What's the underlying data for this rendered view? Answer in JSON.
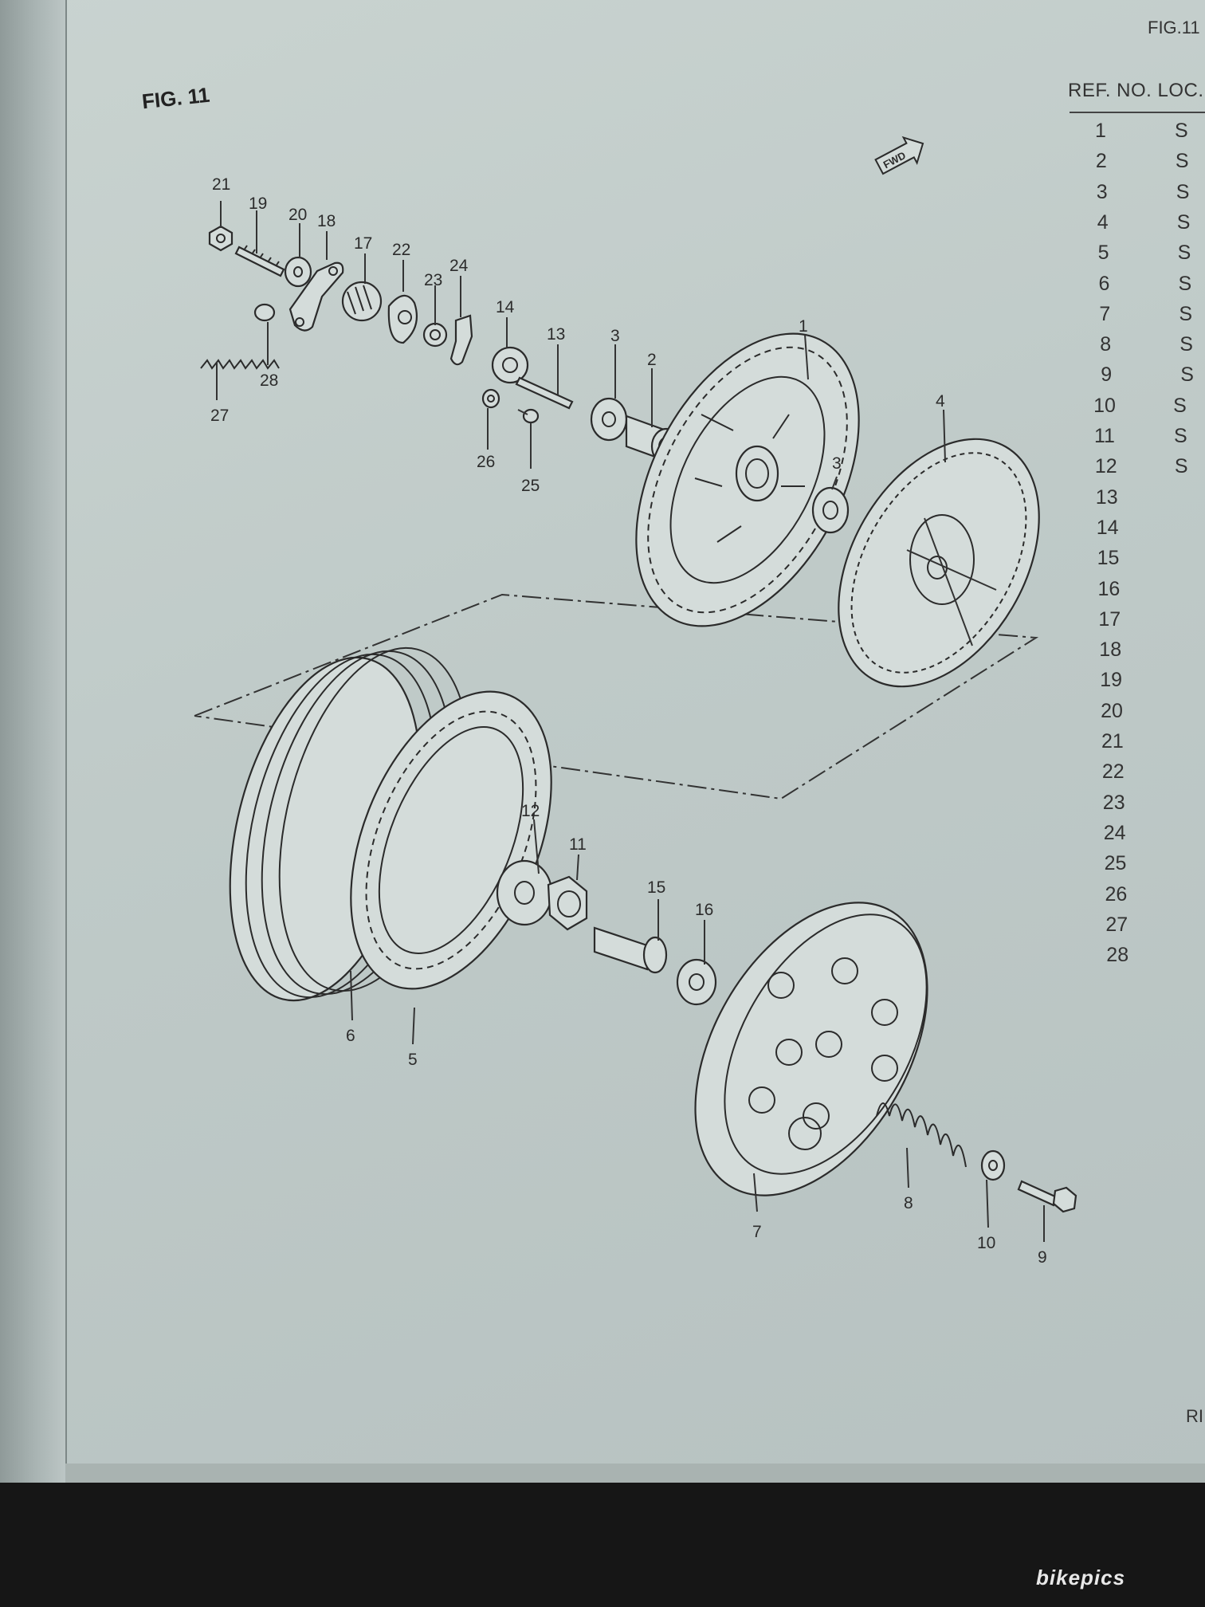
{
  "figure": {
    "title": "FIG. 11",
    "corner_title": "FIG.11",
    "fwd_label": "FWD"
  },
  "ref_table": {
    "header": "REF. NO. LOC.",
    "rows": [
      {
        "ref": "1",
        "loc": "S"
      },
      {
        "ref": "2",
        "loc": "S"
      },
      {
        "ref": "3",
        "loc": "S"
      },
      {
        "ref": "4",
        "loc": "S"
      },
      {
        "ref": "5",
        "loc": "S"
      },
      {
        "ref": "6",
        "loc": "S"
      },
      {
        "ref": "7",
        "loc": "S"
      },
      {
        "ref": "8",
        "loc": "S"
      },
      {
        "ref": "9",
        "loc": "S"
      },
      {
        "ref": "10",
        "loc": "S"
      },
      {
        "ref": "11",
        "loc": "S"
      },
      {
        "ref": "12",
        "loc": "S"
      },
      {
        "ref": "13",
        "loc": ""
      },
      {
        "ref": "14",
        "loc": ""
      },
      {
        "ref": "15",
        "loc": ""
      },
      {
        "ref": "16",
        "loc": ""
      },
      {
        "ref": "17",
        "loc": ""
      },
      {
        "ref": "18",
        "loc": ""
      },
      {
        "ref": "19",
        "loc": ""
      },
      {
        "ref": "20",
        "loc": ""
      },
      {
        "ref": "21",
        "loc": ""
      },
      {
        "ref": "22",
        "loc": ""
      },
      {
        "ref": "23",
        "loc": ""
      },
      {
        "ref": "24",
        "loc": ""
      },
      {
        "ref": "25",
        "loc": ""
      },
      {
        "ref": "26",
        "loc": ""
      },
      {
        "ref": "27",
        "loc": ""
      },
      {
        "ref": "28",
        "loc": ""
      }
    ]
  },
  "callouts": {
    "c1": "1",
    "c2": "2",
    "c3a": "3",
    "c3b": "3",
    "c4": "4",
    "c5": "5",
    "c6": "6",
    "c7": "7",
    "c8": "8",
    "c9": "9",
    "c10": "10",
    "c11": "11",
    "c12": "12",
    "c13": "13",
    "c14": "14",
    "c15": "15",
    "c16": "16",
    "c17": "17",
    "c18": "18",
    "c19": "19",
    "c20": "20",
    "c21": "21",
    "c22": "22",
    "c23": "23",
    "c24": "24",
    "c25": "25",
    "c26": "26",
    "c27": "27",
    "c28": "28"
  },
  "corner_code": "RI",
  "watermark": "bikepics"
}
